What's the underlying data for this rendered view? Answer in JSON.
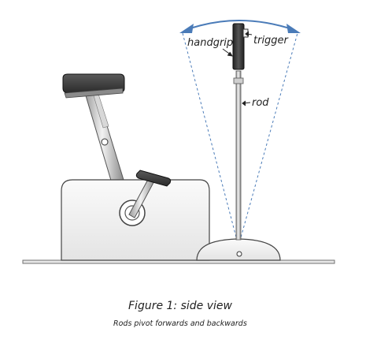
{
  "labels": {
    "handgrip": "handgrip",
    "trigger": "trigger",
    "rod": "rod"
  },
  "caption": {
    "title": "Figure 1: side view",
    "subtitle": "Rods pivot forwards and backwards"
  },
  "colors": {
    "dashed_arc": "#4a7bb8",
    "floor": "#7a7a7a",
    "seat": "#3a3a3a",
    "handgrip": "#333333",
    "body_fill": "#f4f4f4"
  }
}
